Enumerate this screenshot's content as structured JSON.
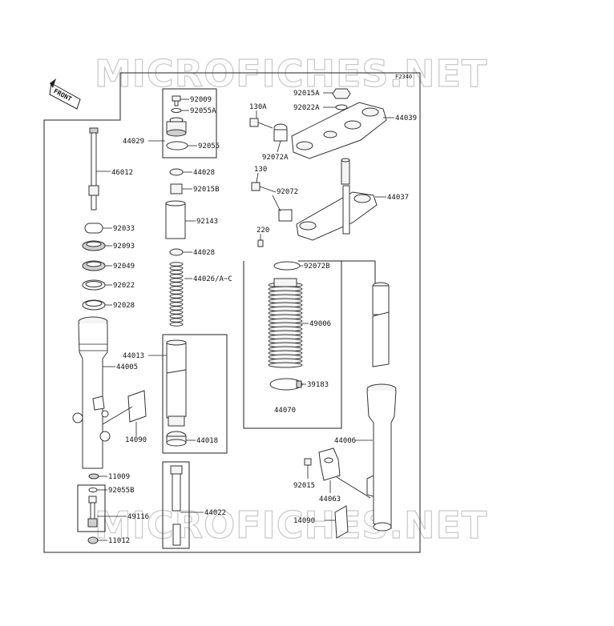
{
  "watermark": "MICROFICHES.NET",
  "figure_code": "F2340",
  "front_tag": "FRONT",
  "labels": {
    "p92009": "92009",
    "p92055A": "92055A",
    "p44029": "44029",
    "p92055": "92055",
    "p46012": "46012",
    "p44028a": "44028",
    "p92015B": "92015B",
    "p92033": "92033",
    "p92143": "92143",
    "p92093": "92093",
    "p44028b": "44028",
    "p92049": "92049",
    "p44026": "44026/A~C",
    "p92022": "92022",
    "p92028": "92028",
    "p44013": "44013",
    "p44005": "44005",
    "p14090a": "14090",
    "p44018": "44018",
    "p11009": "11009",
    "p92055B": "92055B",
    "p44022": "44022",
    "p49116": "49116",
    "p11012": "11012",
    "p92015A": "92015A",
    "p92022A": "92022A",
    "p130A": "130A",
    "p44039": "44039",
    "p92072A": "92072A",
    "p130": "130",
    "p92072": "92072",
    "p44037": "44037",
    "p220": "220",
    "p92072B": "92072B",
    "p49006": "49006",
    "p39183": "39183",
    "p44070": "44070",
    "p44006": "44006",
    "p92015": "92015",
    "p44063": "44063",
    "p14090b": "14090"
  }
}
